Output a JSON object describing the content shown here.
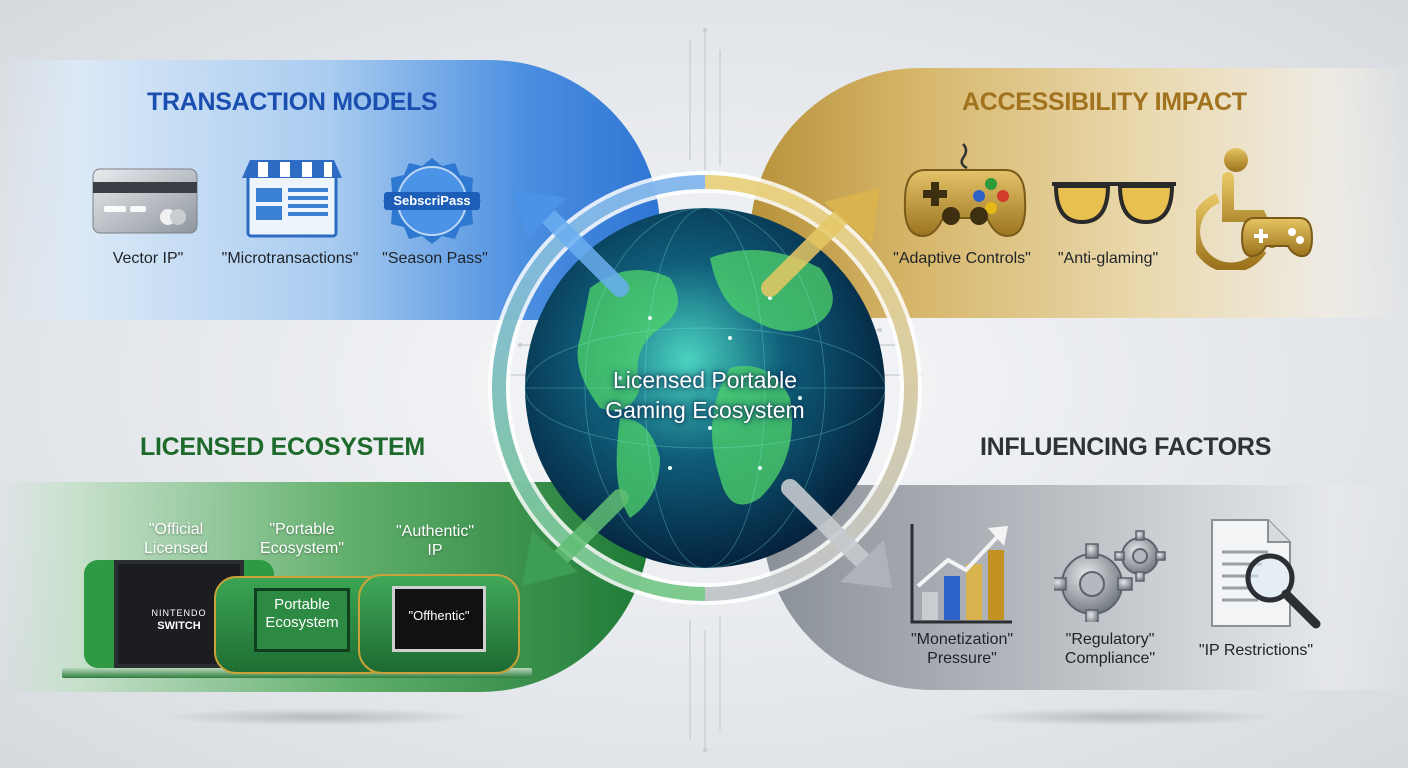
{
  "center": {
    "title_line1": "Licensed Portable",
    "title_line2": "Gaming Ecosystem"
  },
  "quadrants": {
    "transaction": {
      "heading": "TRANSACTION MODELS",
      "items": [
        {
          "icon": "credit-card-icon",
          "label": "Vector IP\""
        },
        {
          "icon": "storefront-icon",
          "label": "\"Microtransactions\""
        },
        {
          "icon": "subscription-badge-icon",
          "label": "\"Season Pass\"",
          "badge_text": "SebscriPass"
        }
      ]
    },
    "accessibility": {
      "heading": "ACCESSIBILITY IMPACT",
      "items": [
        {
          "icon": "gamepad-icon",
          "label": "\"Adaptive Controls\""
        },
        {
          "icon": "glasses-icon",
          "label": "\"Anti-glaming\""
        },
        {
          "icon": "wheelchair-gamepad-icon",
          "label": ""
        }
      ]
    },
    "licensed": {
      "heading": "LICENSED ECOSYSTEM",
      "items": [
        {
          "label_line1": "\"Official",
          "label_line2": "Licensed"
        },
        {
          "label_line1": "\"Portable",
          "label_line2": "Ecosystem\""
        },
        {
          "label_line1": "\"Authentic\"",
          "label_line2": "IP"
        }
      ],
      "devices": [
        {
          "icon": "switch-console-icon",
          "screen_line1": "NINTENDO",
          "screen_line2": "SWITCH"
        },
        {
          "icon": "portable-console-icon",
          "screen_line1": "Portable",
          "screen_line2": "Ecosystem"
        },
        {
          "icon": "handheld-console-icon",
          "screen_line1": "\"Offhentic\"",
          "screen_line2": ""
        }
      ]
    },
    "factors": {
      "heading": "INFLUENCING FACTORS",
      "items": [
        {
          "icon": "bar-chart-icon",
          "label_line1": "\"Monetization\"",
          "label_line2": "Pressure\""
        },
        {
          "icon": "gears-icon",
          "label_line1": "\"Regulatory\"",
          "label_line2": "Compliance\""
        },
        {
          "icon": "document-search-icon",
          "label_line1": "\"IP Restrictions\"",
          "label_line2": ""
        }
      ]
    }
  },
  "colors": {
    "blue": "#2f75d3",
    "gold": "#b8923a",
    "green": "#1d7a35",
    "gray": "#8a9097"
  }
}
